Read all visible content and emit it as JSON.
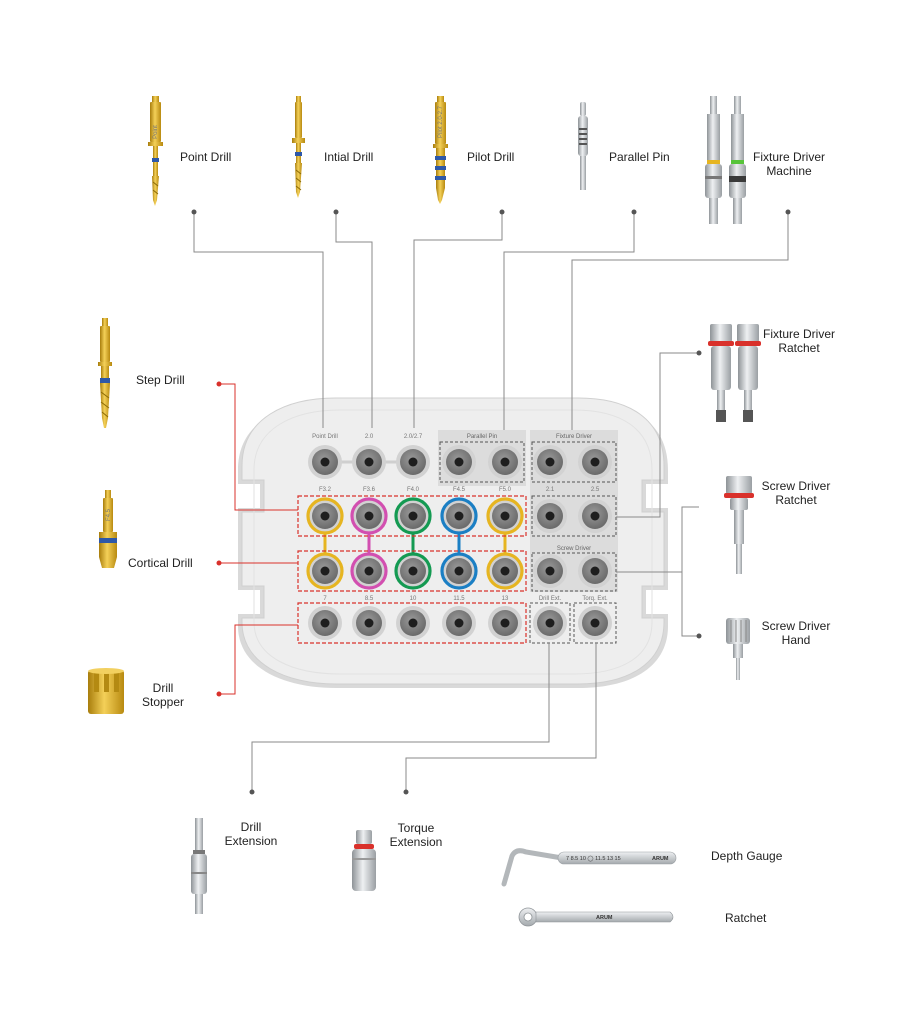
{
  "tools": {
    "point_drill": "Point Drill",
    "initial_drill": "Intial Drill",
    "pilot_drill": "Pilot Drill",
    "parallel_pin": "Parallel Pin",
    "fixture_driver_machine": [
      "Fixture Driver",
      "Machine"
    ],
    "fixture_driver_ratchet": [
      "Fixture Driver",
      "Ratchet"
    ],
    "screw_driver_ratchet": [
      "Screw Driver",
      "Ratchet"
    ],
    "screw_driver_hand": [
      "Screw Driver",
      "Hand"
    ],
    "step_drill": "Step Drill",
    "cortical_drill": "Cortical Drill",
    "drill_stopper": [
      "Drill",
      "Stopper"
    ],
    "drill_extension": [
      "Drill",
      "Extension"
    ],
    "torque_extension": [
      "Torque",
      "Extension"
    ],
    "depth_gauge": "Depth Gauge",
    "ratchet": "Ratchet"
  },
  "engravings": {
    "point_drill_shank": "Point",
    "pilot_drill_shank": "Pilot 2.0-2.7",
    "cortical_drill_shank": "F4.5",
    "depth_gauge_scale": "7  8.5  10 ◯ 11.5  13  15",
    "brand": "ARUM"
  },
  "tray": {
    "row1_labels": [
      "Point Drill",
      "2.0",
      "2.0/2.7"
    ],
    "parallel_pin_header": "Parallel Pin",
    "fixture_driver_header": "Fixture Driver",
    "screw_driver_header": "Screw Driver",
    "row2_labels": [
      "F3.2",
      "F3.6",
      "F4.0",
      "F4.5",
      "F5.0"
    ],
    "fixture_sizes": [
      "2.1",
      "2.5"
    ],
    "row4_labels": [
      "7",
      "8.5",
      "10",
      "11.5",
      "13"
    ],
    "extension_labels": [
      "Drill Ext.",
      "Torq. Ext."
    ]
  },
  "colors": {
    "red_leader": "#d9312b",
    "gray_leader": "#8a8a8a",
    "ring_yellow": "#e6b521",
    "ring_magenta": "#d24fb0",
    "ring_green": "#149a52",
    "ring_blue": "#1b7fc4",
    "tray": "#ebebeb",
    "gold": "#d8a91c",
    "silver": "#c9cdd0"
  }
}
